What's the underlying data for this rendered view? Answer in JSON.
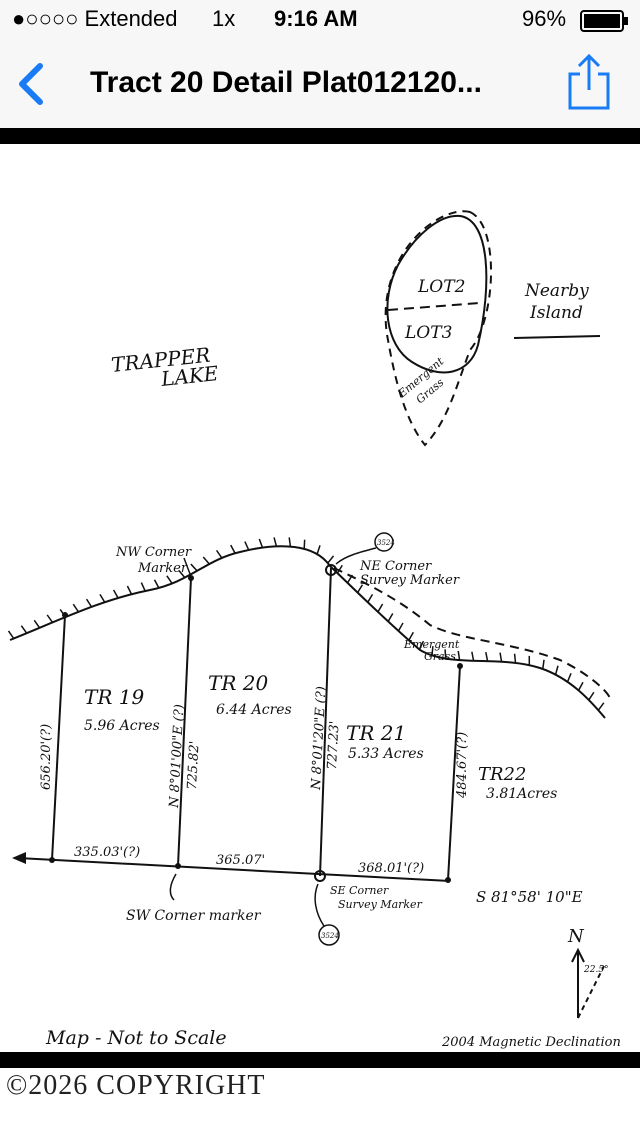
{
  "status_bar": {
    "carrier": "●○○○○ Extended",
    "zoom": "1x",
    "time": "9:16 AM",
    "battery": "96%"
  },
  "nav": {
    "title": "Tract 20 Detail Plat012120..."
  },
  "plat": {
    "lake": [
      "TRAPPER",
      "LAKE"
    ],
    "island": {
      "lot2": "LOT2",
      "lot3": "LOT3",
      "nearby": [
        "Nearby",
        "Island"
      ],
      "grass": [
        "Emergent",
        "Grass"
      ]
    },
    "markers": {
      "nw": [
        "NW Corner",
        "Marker"
      ],
      "ne": [
        "NE Corner",
        "Survey Marker"
      ],
      "sw": "SW Corner marker",
      "se": [
        "SE Corner",
        "Survey Marker"
      ],
      "emergent_grass": [
        "Emergent",
        "Grass"
      ],
      "ne_circle": "3524",
      "se_circle": "3524"
    },
    "tracts": [
      {
        "name": "TR 19",
        "acres": "5.96 Acres"
      },
      {
        "name": "TR 20",
        "acres": "6.44 Acres"
      },
      {
        "name": "TR 21",
        "acres": "5.33 Acres"
      },
      {
        "name": "TR22",
        "acres": "3.81Acres"
      }
    ],
    "dimensions": {
      "tr19_west": "656.20'(?)",
      "tr20_west_bearing": "N 8°01'00\"E (?)",
      "tr20_west_len": "725.82'",
      "tr21_west_bearing": "N 8°01'20\"E (?)",
      "tr21_west_len": "727.23'",
      "tr22_west": "484.67'(?)",
      "south_1": "335.03'(?)",
      "south_2": "365.07'",
      "south_3": "368.01'(?)",
      "south_bearing": "S 81°58' 10\"E"
    },
    "north": "N",
    "declination_angle": "22.5°",
    "not_to_scale": "Map - Not to Scale",
    "declination_note": "2004 Magnetic Declination"
  },
  "footer": {
    "copyright": "©2026 COPYRIGHT"
  }
}
